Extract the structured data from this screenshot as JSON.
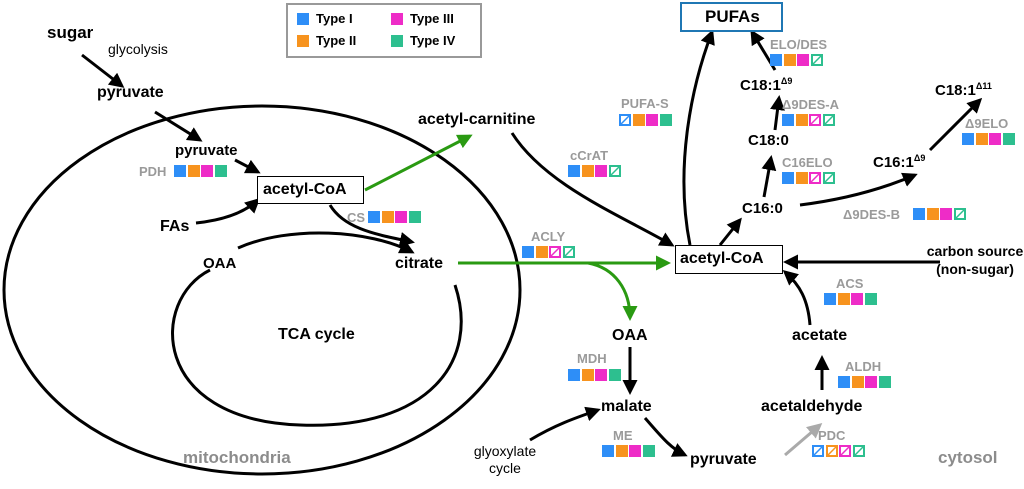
{
  "legend": {
    "items": [
      {
        "label": "Type I",
        "color": "#2e8ef7"
      },
      {
        "label": "Type II",
        "color": "#f7931e"
      },
      {
        "label": "Type III",
        "color": "#ee2cc7"
      },
      {
        "label": "Type IV",
        "color": "#2dbf8f"
      }
    ]
  },
  "regions": {
    "mitochondria": "mitochondria",
    "cytosol": "cytosol"
  },
  "metabolites": {
    "sugar": "sugar",
    "glycolysis": "glycolysis",
    "pyruvate_top": "pyruvate",
    "pyruvate_mito": "pyruvate",
    "acetyl_coa_mito": "acetyl-CoA",
    "fas": "FAs",
    "oaa_mito": "OAA",
    "citrate": "citrate",
    "tca_cycle": "TCA cycle",
    "acetyl_carnitine": "acetyl-carnitine",
    "acetyl_coa_cyto": "acetyl-CoA",
    "oaa_cyto": "OAA",
    "malate": "malate",
    "glyoxylate_cycle": "glyoxylate cycle",
    "pyruvate_cyto": "pyruvate",
    "acetaldehyde": "acetaldehyde",
    "acetate": "acetate",
    "carbon_source": "carbon source (non-sugar)",
    "pufas": "PUFAs",
    "c16_0": "C16:0",
    "c18_0": "C18:0",
    "c18_1_d9": "C18:1",
    "c18_1_d9_sup": "Δ9",
    "c16_1_d9": "C16:1",
    "c16_1_d9_sup": "Δ9",
    "c18_1_d11": "C18:1",
    "c18_1_d11_sup": "Δ11"
  },
  "enzymes": {
    "pdh": "PDH",
    "cs": "CS",
    "ccrat": "cCrAT",
    "acly": "ACLY",
    "pufa_s": "PUFA-S",
    "mdh": "MDH",
    "me": "ME",
    "pdc": "PDC",
    "aldh": "ALDH",
    "acs": "ACS",
    "elo_des": "ELO/DES",
    "d9des_a": "Δ9DES-A",
    "c16elo": "C16ELO",
    "d9des_b": "Δ9DES-B",
    "d9elo": "Δ9ELO"
  },
  "enzyme_types": {
    "pdh": [
      "filled",
      "filled",
      "filled",
      "filled"
    ],
    "cs": [
      "filled",
      "filled",
      "filled",
      "filled"
    ],
    "ccrat": [
      "filled",
      "filled",
      "filled",
      "hatched"
    ],
    "acly": [
      "filled",
      "filled",
      "hatched",
      "hatched"
    ],
    "pufa_s": [
      "hatched",
      "filled",
      "filled",
      "filled"
    ],
    "mdh": [
      "filled",
      "filled",
      "filled",
      "filled"
    ],
    "me": [
      "filled",
      "filled",
      "filled",
      "filled"
    ],
    "pdc": [
      "hatched",
      "hatched",
      "hatched",
      "hatched"
    ],
    "aldh": [
      "filled",
      "filled",
      "filled",
      "filled"
    ],
    "acs": [
      "filled",
      "filled",
      "filled",
      "filled"
    ],
    "elo_des": [
      "filled",
      "filled",
      "filled",
      "hatched"
    ],
    "d9des_a": [
      "filled",
      "filled",
      "hatched",
      "hatched"
    ],
    "c16elo": [
      "filled",
      "filled",
      "hatched",
      "hatched"
    ],
    "d9des_b": [
      "filled",
      "filled",
      "filled",
      "hatched"
    ],
    "d9elo": [
      "filled",
      "filled",
      "filled",
      "filled"
    ]
  },
  "colors": {
    "arrow": "#000000",
    "green_arrow": "#2a9a12",
    "gray_arrow": "#aaaaaa",
    "enzyme_text": "#9a9a9a",
    "pufa_border": "#1f77b4"
  }
}
